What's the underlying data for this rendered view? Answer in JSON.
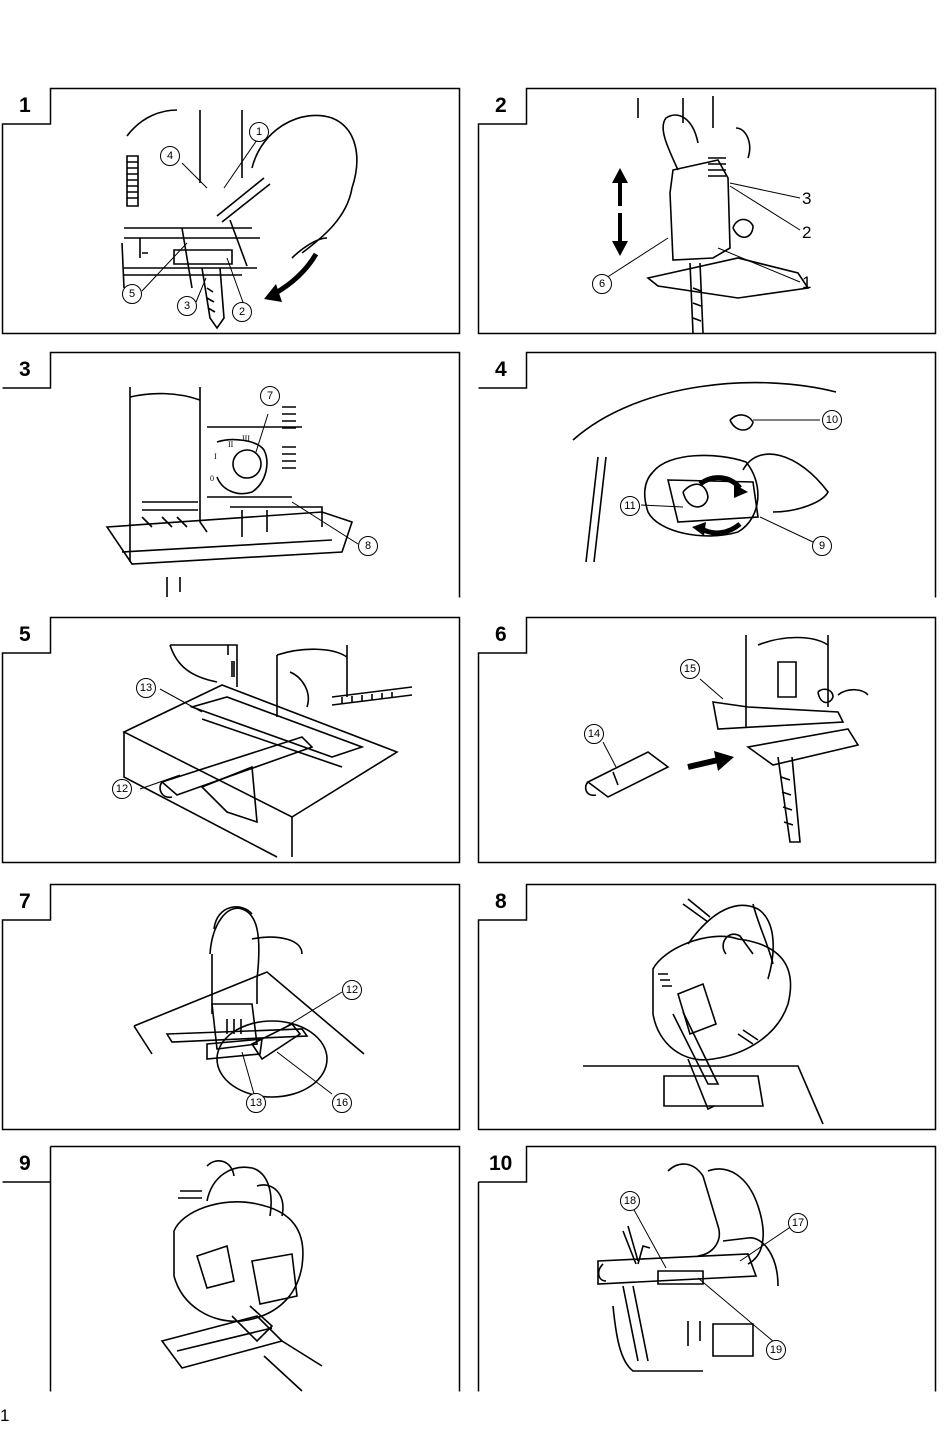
{
  "figures": [
    {
      "number": "1",
      "callouts": [
        "1",
        "2",
        "3",
        "4",
        "5"
      ]
    },
    {
      "number": "2",
      "callouts": [
        "1",
        "2",
        "3",
        "6"
      ]
    },
    {
      "number": "3",
      "callouts": [
        "7",
        "8"
      ],
      "dial": [
        "I",
        "II",
        "III",
        "0"
      ]
    },
    {
      "number": "4",
      "callouts": [
        "9",
        "10",
        "11"
      ]
    },
    {
      "number": "5",
      "callouts": [
        "12",
        "13"
      ]
    },
    {
      "number": "6",
      "callouts": [
        "14",
        "15"
      ]
    },
    {
      "number": "7",
      "callouts": [
        "12",
        "13",
        "16"
      ]
    },
    {
      "number": "8",
      "callouts": []
    },
    {
      "number": "9",
      "callouts": []
    },
    {
      "number": "10",
      "callouts": [
        "17",
        "18",
        "19"
      ]
    }
  ],
  "page_number": "1"
}
